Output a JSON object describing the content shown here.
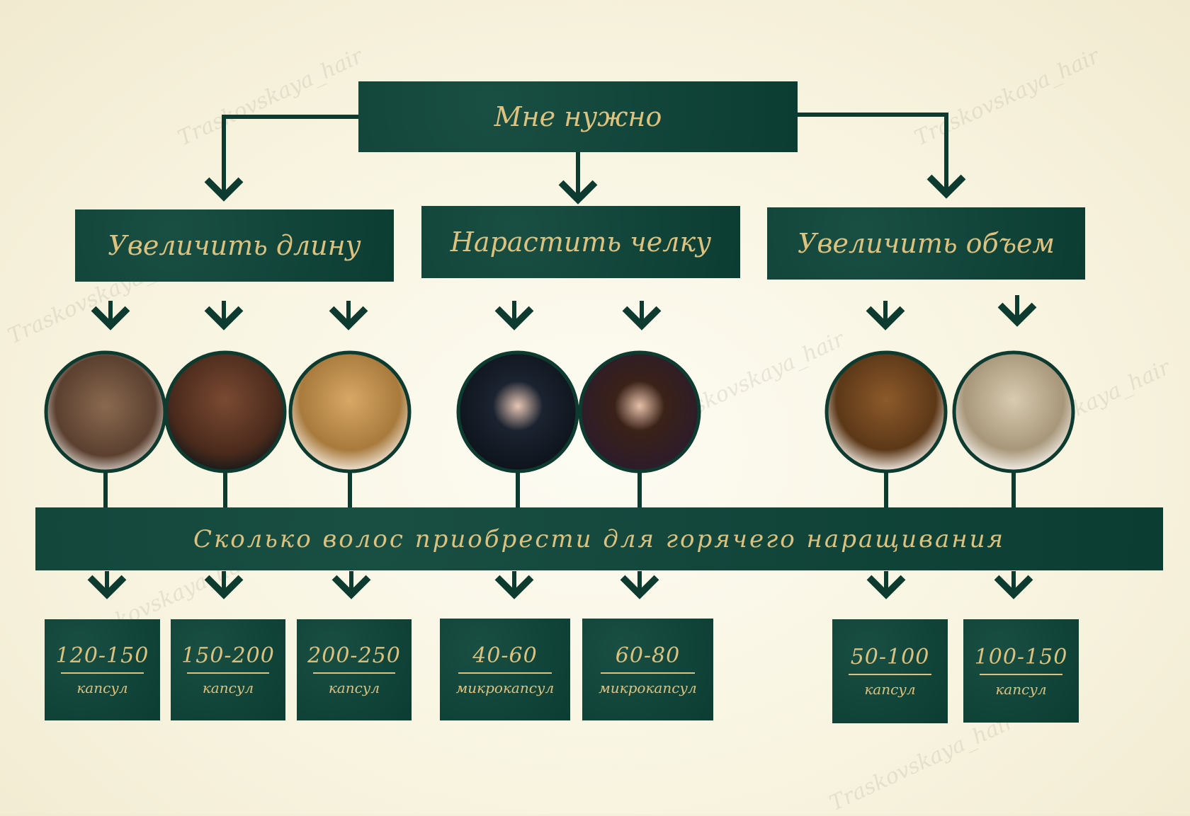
{
  "title": "Мне нужно",
  "categories": [
    {
      "label": "Увеличить длину"
    },
    {
      "label": "Нарастить челку"
    },
    {
      "label": "Увеличить объем"
    }
  ],
  "band": "Сколько волос приобрести для горячего наращивания",
  "quantities": [
    {
      "value": "120-150",
      "unit": "капсул"
    },
    {
      "value": "150-200",
      "unit": "капсул"
    },
    {
      "value": "200-250",
      "unit": "капсул"
    },
    {
      "value": "40-60",
      "unit": "микрокапсул"
    },
    {
      "value": "60-80",
      "unit": "микрокапсул"
    },
    {
      "value": "50-100",
      "unit": "капсул"
    },
    {
      "value": "100-150",
      "unit": "капсул"
    }
  ],
  "watermark": "Traskovskaya_hair",
  "colors": {
    "box": "#0d4539",
    "gold": "#dcc27e",
    "line": "#0d3b30"
  }
}
